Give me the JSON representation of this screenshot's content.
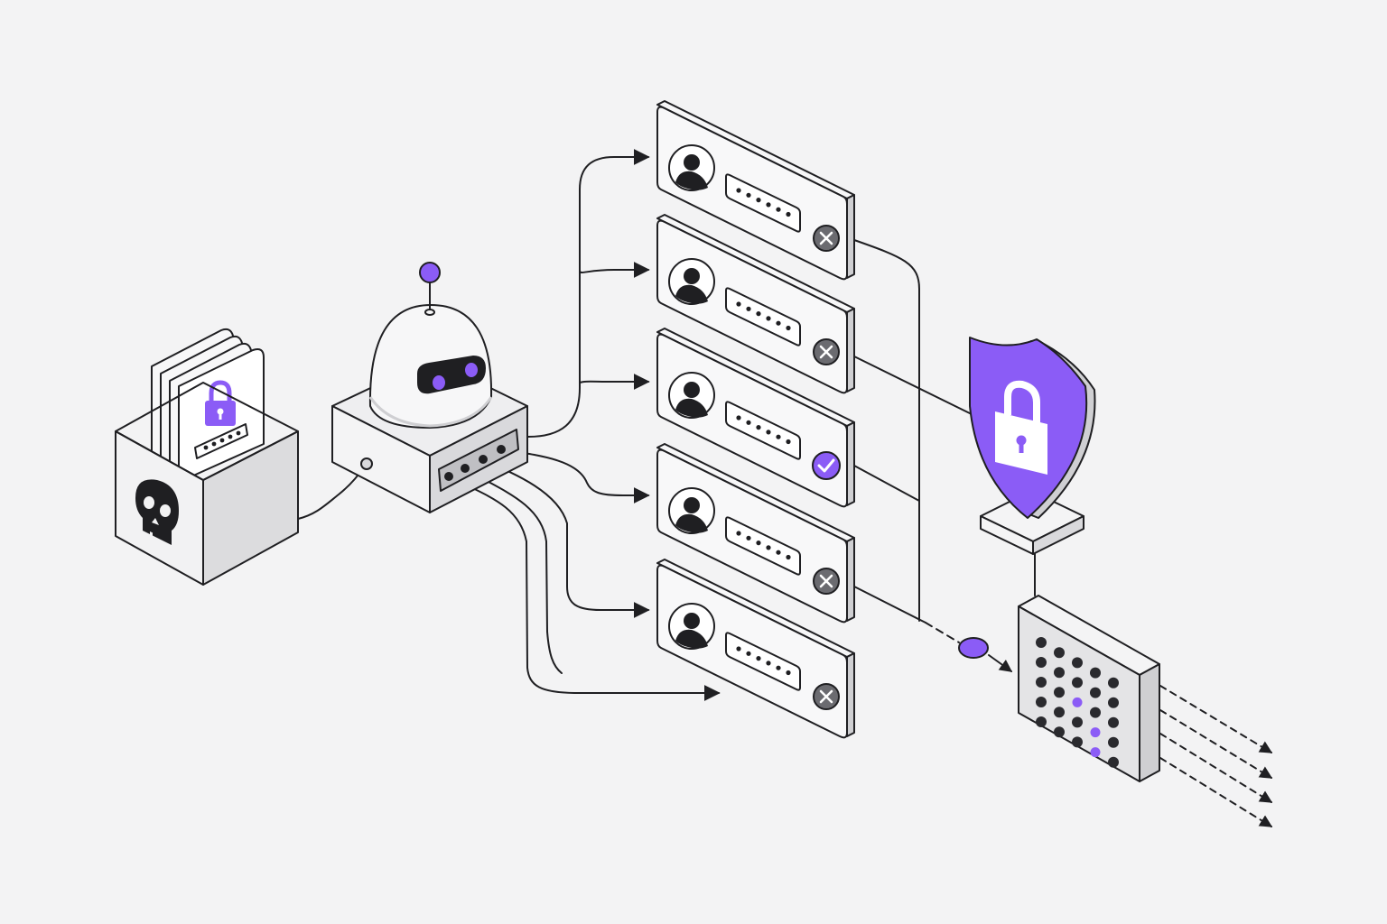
{
  "colors": {
    "background": "#f3f3f4",
    "ink": "#1f1f22",
    "accent": "#8b5cf6",
    "accent_dark": "#6d3fd8",
    "face_light": "#f7f7f8",
    "face_mid": "#e4e4e6",
    "face_dark": "#cfcfd2",
    "x_badge": "#6b6b70"
  },
  "icons": {
    "box": "skull-icon",
    "card": "padlock-icon",
    "robot": "bot-icon",
    "panel_avatar": "user-icon",
    "panel_rejected": "x-icon",
    "panel_accepted": "check-icon",
    "shield": "shield-lock-icon",
    "grid": "dot-matrix-icon"
  },
  "panels": [
    {
      "status": "rejected",
      "password_dots": 6
    },
    {
      "status": "rejected",
      "password_dots": 6
    },
    {
      "status": "accepted",
      "password_dots": 6
    },
    {
      "status": "rejected",
      "password_dots": 6
    },
    {
      "status": "rejected",
      "password_dots": 6
    }
  ],
  "credential_card": {
    "password_dots": 5
  },
  "output_arrows": 4
}
